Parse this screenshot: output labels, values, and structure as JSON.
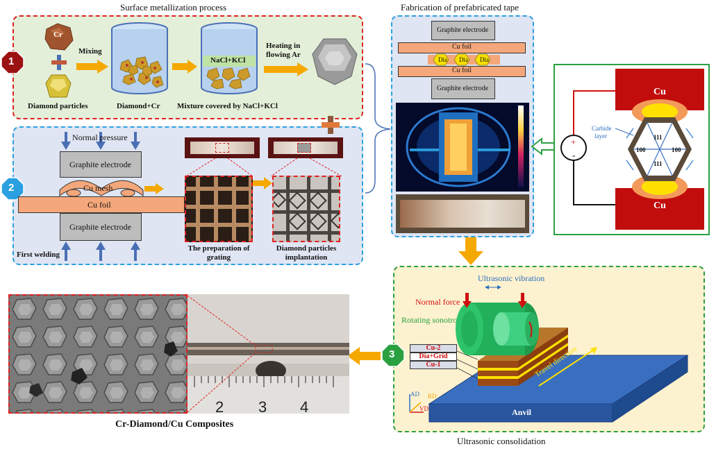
{
  "panel1": {
    "title": "Surface metallization process",
    "step_badge": "1",
    "cr_label": "Cr",
    "mixing_label": "Mixing",
    "salt_label": "NaCl+KCl",
    "heating_label_line1": "Heating in",
    "heating_label_line2": "flowing Ar",
    "caption_diamond_particles": "Diamond particles",
    "caption_diamond_cr": "Diamond+Cr",
    "caption_mixture": "Mixture covered by NaCl+KCl"
  },
  "panel2": {
    "step_badge": "2",
    "normal_pressure": "Normal  pressure",
    "graphite_top": "Graphite electrode",
    "cu_mesh": "Cu mesh",
    "cu_foil": "Cu foil",
    "graphite_bottom": "Graphite electrode",
    "first_welding": "First  welding",
    "caption_grating_line1": "The preparation of",
    "caption_grating_line2": "grating",
    "caption_implant_line1": "Diamond particles",
    "caption_implant_line2": "implantation"
  },
  "tape_panel": {
    "title": "Fabrication of prefabricated tape",
    "graphite_top": "Graphite electrode",
    "cu_foil_top": "Cu foil",
    "dia_labels": [
      "Dia",
      "Dia",
      "Dia"
    ],
    "cu_foil_bottom": "Cu foil",
    "graphite_bottom": "Graphite electrode"
  },
  "sinter_panel": {
    "cu_top": "Cu",
    "cu_bottom": "Cu",
    "plus": "+",
    "minus": "-",
    "carbide_line1": "Carbide",
    "carbide_line2": "layer",
    "face_top": "111",
    "face_left": "100",
    "face_right": "100",
    "face_bottom": "111"
  },
  "panel3": {
    "title": "Ultrasonic consolidation",
    "step_badge": "3",
    "ultrasonic_vibration": "Ultrasonic vibration",
    "normal_force": "Normal force",
    "rotating_sonotrode": "Rotating sonotrode",
    "layer_cu2": "Cu-2",
    "layer_grid": "Dia+Grid",
    "layer_cu1": "Cu-1",
    "travel_direction": "Travel direction",
    "anvil": "Anvil",
    "axis_ad": "AD",
    "axis_rd": "RD",
    "axis_vd": "VD"
  },
  "result": {
    "caption": "Cr-Diamond/Cu Composites",
    "ruler_numbers": [
      "2",
      "3",
      "4"
    ]
  },
  "colors": {
    "red_dash": "#e02020",
    "blue_dash": "#2aa0e0",
    "green_dash": "#2aa040",
    "arrow_orange": "#f5a800",
    "cu_orange": "#f4a77a",
    "graphite_gray": "#bdbdbd",
    "panel1_fill": "#e3efd9",
    "panel2_fill": "#dfe5f3",
    "panel3_fill": "#fdf2cf"
  }
}
